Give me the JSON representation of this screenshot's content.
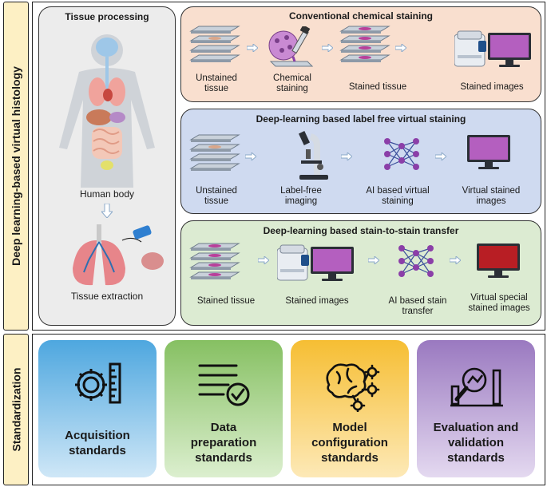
{
  "side_labels": {
    "top": "Deep learning-based virtual histology",
    "bottom": "Standardization"
  },
  "tissue": {
    "title": "Tissue processing",
    "human_body": "Human body",
    "extraction": "Tissue extraction"
  },
  "conventional": {
    "title": "Conventional chemical staining",
    "steps": [
      "Unstained tissue",
      "Chemical staining",
      "Stained tissue",
      "Stained images"
    ]
  },
  "labelfree": {
    "title": "Deep-learning based label free virtual staining",
    "steps": [
      "Unstained tissue",
      "Label-free imaging",
      "AI based virtual staining",
      "Virtual stained images"
    ]
  },
  "stain2stain": {
    "title": "Deep-learning based stain-to-stain transfer",
    "steps": [
      "Stained tissue",
      "Stained images",
      "AI based stain transfer",
      "Virtual special stained images"
    ]
  },
  "standards": [
    {
      "label": "Acquisition standards",
      "icon": "gear-ruler-icon"
    },
    {
      "label": "Data preparation standards",
      "icon": "list-check-icon"
    },
    {
      "label": "Model configuration standards",
      "icon": "brain-gears-icon"
    },
    {
      "label": "Evaluation and validation standards",
      "icon": "chart-magnifier-icon"
    }
  ],
  "colors": {
    "conventional_bg": "#f9dfcf",
    "labelfree_bg": "#cfdaf0",
    "stain2stain_bg": "#dcebd2",
    "tissue_bg": "#ececec",
    "side_label_bg": "#fdf0c4",
    "card_blue": "#4aa3dc",
    "card_green": "#8cc46a",
    "card_yellow": "#f6c03a",
    "card_purple": "#9b7bc0"
  }
}
